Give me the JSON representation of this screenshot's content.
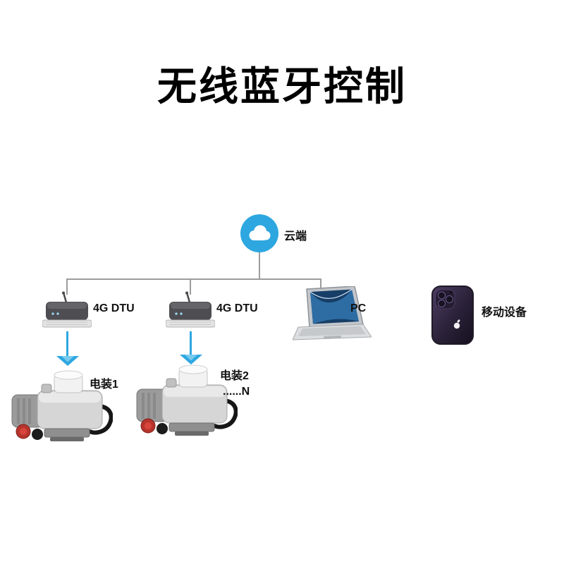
{
  "title": "无线蓝牙控制",
  "cloud": {
    "label": "云端"
  },
  "dtu1": {
    "label": "4G DTU"
  },
  "dtu2": {
    "label": "4G DTU"
  },
  "pc": {
    "label": "PC"
  },
  "mobile": {
    "label": "移动设备"
  },
  "actuator1": {
    "label": "电装1"
  },
  "actuator2": {
    "label": "电装2",
    "more": "......N"
  },
  "colors": {
    "accent_blue": "#2EA7E0",
    "line_gray": "#9C9C9C",
    "title_color": "#000000",
    "background": "#FFFFFF"
  }
}
